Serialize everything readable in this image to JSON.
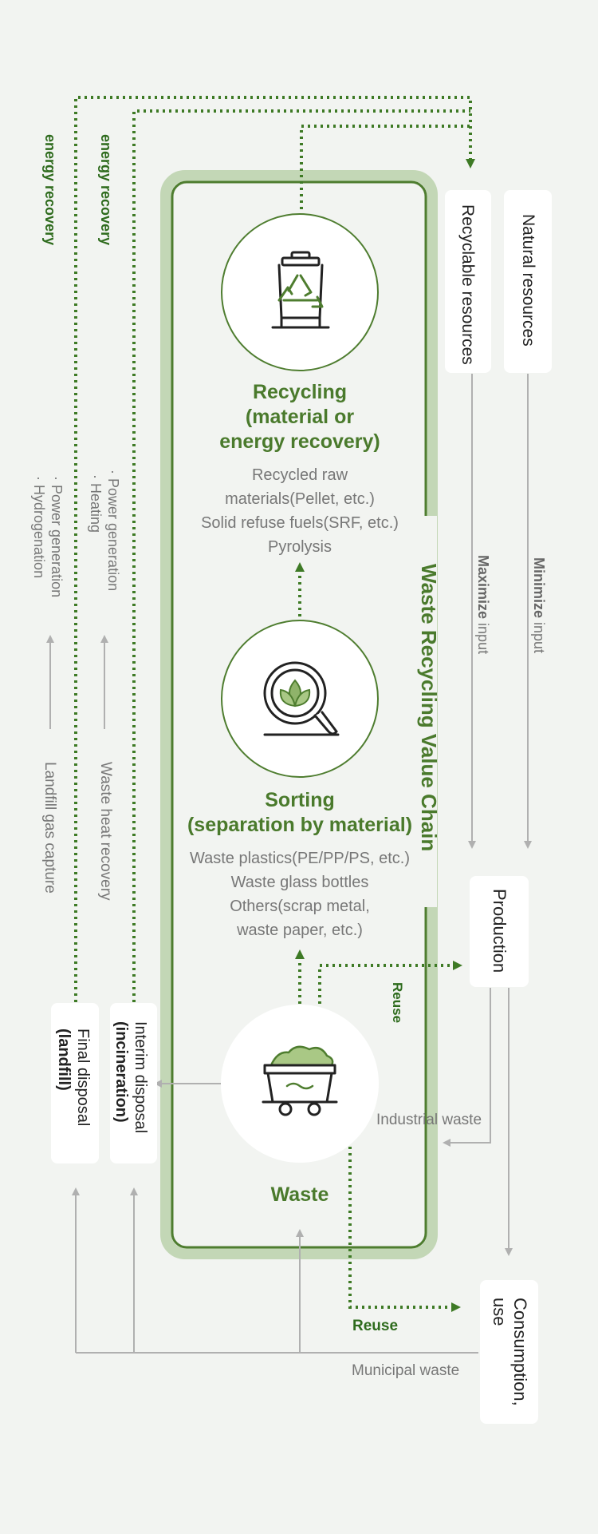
{
  "chain_title": "Waste Recycling Value Chain",
  "resources": {
    "natural": "Natural resources",
    "recyclable": "Recyclable resources",
    "minimize": {
      "bold": "Minimize",
      "rest": " input"
    },
    "maximize": {
      "bold": "Maximize",
      "rest": " input"
    }
  },
  "stages": {
    "recycling": {
      "title": [
        "Recycling",
        "(material or",
        "energy recovery)"
      ],
      "details": [
        "Recycled raw",
        "materials(Pellet, etc.)",
        "Solid refuse fuels(SRF, etc.)",
        "Pyrolysis"
      ]
    },
    "sorting": {
      "title": [
        "Sorting",
        "(separation by material)"
      ],
      "details": [
        "Waste plastics(PE/PP/PS, etc.)",
        "Waste glass bottles",
        "Others(scrap metal,",
        "waste paper, etc.)"
      ]
    },
    "waste": {
      "title": "Waste"
    }
  },
  "production": "Production",
  "consumption": [
    "Consumption,",
    "use"
  ],
  "reuse_1": "Reuse",
  "reuse_2": "Reuse",
  "industrial_waste": "Industrial waste",
  "municipal_waste": "Municipal waste",
  "interim_disposal": {
    "line1": "Interim disposal",
    "line2": "(incineration)"
  },
  "final_disposal": {
    "line1": "Final disposal",
    "line2": "(landfill)"
  },
  "energy_recovery_1": "energy recovery",
  "energy_recovery_2": "energy recovery",
  "waste_heat_recovery": "Waste heat recovery",
  "landfill_gas_capture": "Landfill gas capture",
  "interim_uses": [
    "· Power generation",
    "· Heating"
  ],
  "final_uses": [
    "· Power generation",
    "· Hydrogenation"
  ],
  "colors": {
    "background": "#f2f4f1",
    "green_dark": "#2e6b1d",
    "green_mid": "#4a7a2c",
    "green_light": "#c3d7b6",
    "arrow_gray": "#b0b0b0",
    "text_gray": "#777777"
  },
  "icons": [
    "recycle-bin-icon",
    "magnifier-leaf-icon",
    "waste-cart-icon"
  ]
}
